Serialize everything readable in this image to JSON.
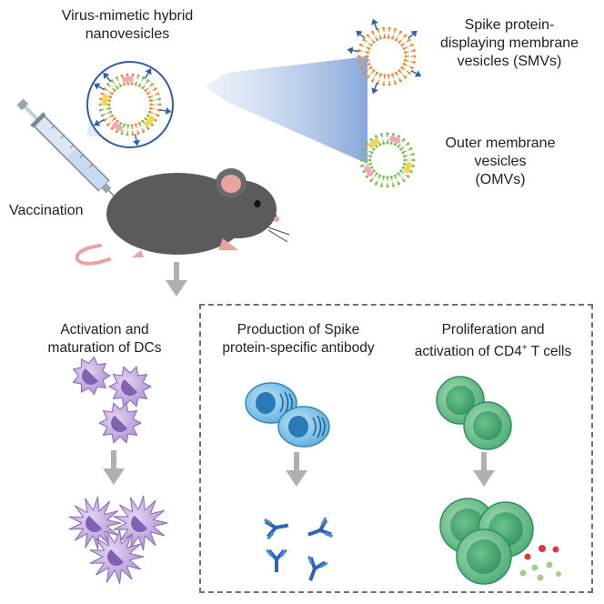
{
  "labels": {
    "hybrid_l1": "Virus-mimetic hybrid",
    "hybrid_l2": "nanovesicles",
    "smv_l1": "Spike protein-",
    "smv_l2": "displaying membrane",
    "smv_l3": "vesicles (SMVs)",
    "omv_l1": "Outer membrane",
    "omv_l2": "vesicles",
    "omv_l3": "(OMVs)",
    "vaccination": "Vaccination"
  },
  "panels": [
    {
      "title_l1": "Activation and",
      "title_l2": "maturation of DCs"
    },
    {
      "title_l1": "Production of Spike",
      "title_l2": "protein-specific antibody"
    },
    {
      "title_l1": "Proliferation and",
      "title_l2": "activation of CD4",
      "title_sup": "+",
      "title_tail": " T cells"
    }
  ],
  "colors": {
    "lipid_orange": "#f08a3a",
    "lipid_green": "#7fbf4a",
    "spike_blue": "#2f5fa8",
    "dc_purple": "#b59ad6",
    "bcell_blue": "#5fb3e0",
    "tcell_green": "#4fb37a",
    "mouse_gray": "#5a5a5a",
    "arrow_gray": "#b0b0b0"
  }
}
